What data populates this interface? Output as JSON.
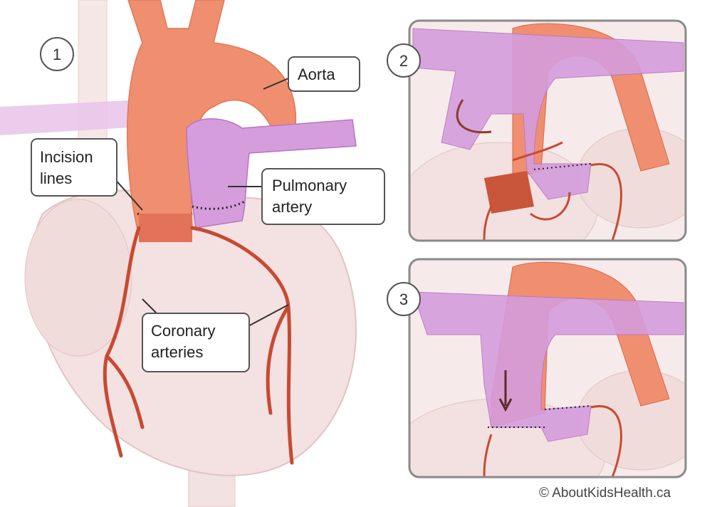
{
  "steps": {
    "one": "1",
    "two": "2",
    "three": "3"
  },
  "labels": {
    "aorta": "Aorta",
    "incision_line1": "Incision",
    "incision_line2": "lines",
    "pulmonary_line1": "Pulmonary",
    "pulmonary_line2": "artery",
    "coronary_line1": "Coronary",
    "coronary_line2": "arteries"
  },
  "copyright": "© AboutKidsHealth.ca",
  "colors": {
    "heart": "#f4e1e1",
    "heart_outline": "#e2c3c3",
    "aorta": "#ef8f70",
    "aorta_dark": "#d9674a",
    "pulmonary": "#d59ddc",
    "pulmonary_dark": "#b874c2",
    "coronary": "#c84a32",
    "panel_border": "#8a8a8a"
  }
}
